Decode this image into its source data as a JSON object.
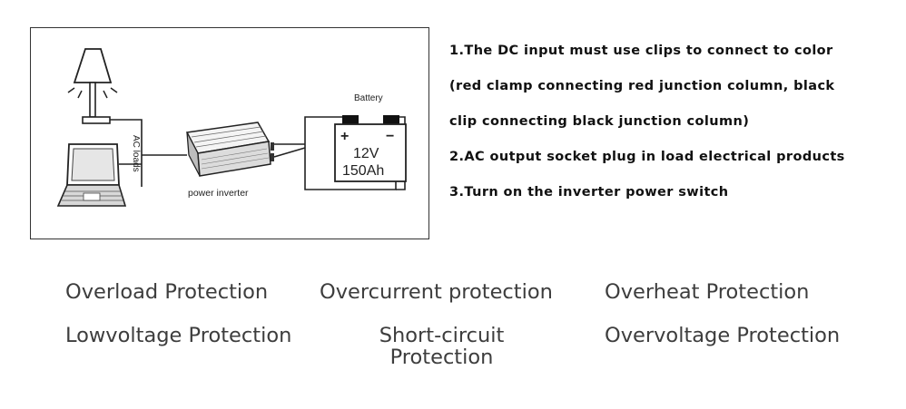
{
  "diagram": {
    "ac_loads_label": "AC loads",
    "inverter_label": "power inverter",
    "battery_label": "Battery",
    "battery_plus": "+",
    "battery_minus": "−",
    "battery_voltage": "12V",
    "battery_capacity": "150Ah"
  },
  "instructions": [
    "1.The DC input must use clips to connect to color",
    "(red clamp connecting red junction column, black",
    "clip connecting black junction column)",
    "2.AC output socket plug in load electrical products",
    "3.Turn on the inverter power switch"
  ],
  "features": {
    "overload": "Overload Protection",
    "overcurrent": "Overcurrent protection",
    "overheat": "Overheat Protection",
    "lowvoltage": "Lowvoltage Protection",
    "short_circuit_line1": "Short-circuit",
    "short_circuit_line2": "Protection",
    "overvoltage": "Overvoltage Protection"
  }
}
